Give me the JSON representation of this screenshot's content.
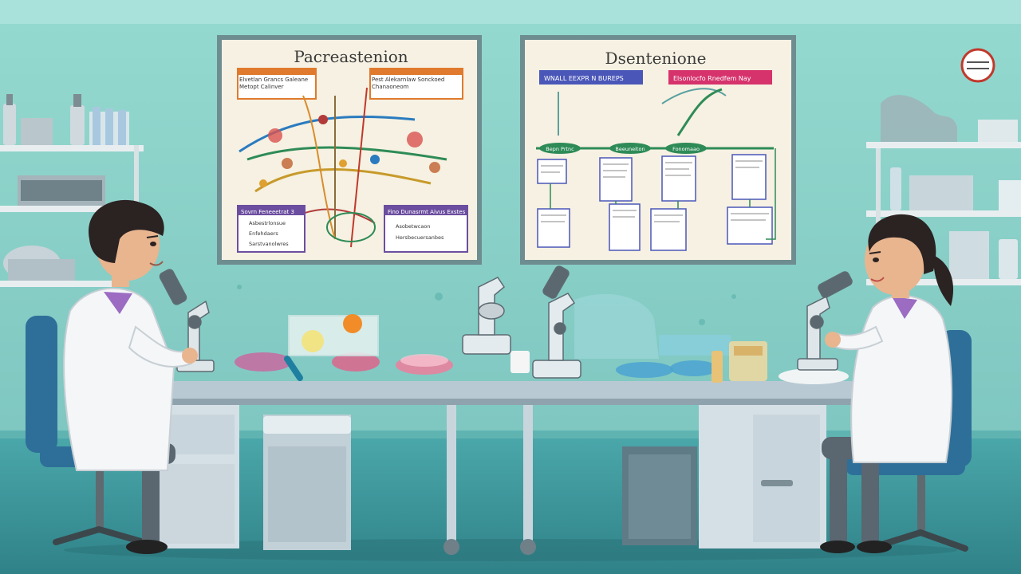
{
  "posters": {
    "left": {
      "title": "Pacreastenion",
      "box_top_left": "Elvetlan Grancs Galeane Metopt Calinver",
      "box_top_right": "Pest Alekarnlaw Sonckoed Chanaoneom",
      "box_bottom_left_title": "Sovrn Feneeetrat 3",
      "box_bottom_left_items": [
        "Asbestrlonsue",
        "Enfehdaers",
        "Sarstvanolwres"
      ],
      "box_bottom_right_title": "Fino Dunasrmt Aivus Exstes",
      "box_bottom_right_items": [
        "Asobetwcaon",
        "Hersbecuersanbes"
      ]
    },
    "right": {
      "title": "Dsentenione",
      "banner_left": "WNALL EEXPR N BUREPS",
      "banner_right": "Elsonlocfo Rnedfem Nay",
      "stage_labels": [
        "Bepn Prtnc",
        "Beeuneiton",
        "Fonomaao"
      ]
    }
  },
  "colors": {
    "wall": "#8fd4cc",
    "floor": "#3f9ba0",
    "lab_coat": "#f4f6f8",
    "chair": "#2e6f99",
    "bench": "#b9c9d3",
    "poster_paper": "#f6f1e2"
  },
  "icons": [
    "microscope-icon",
    "petri-dish-icon",
    "bottle-icon",
    "wall-clock-icon"
  ]
}
